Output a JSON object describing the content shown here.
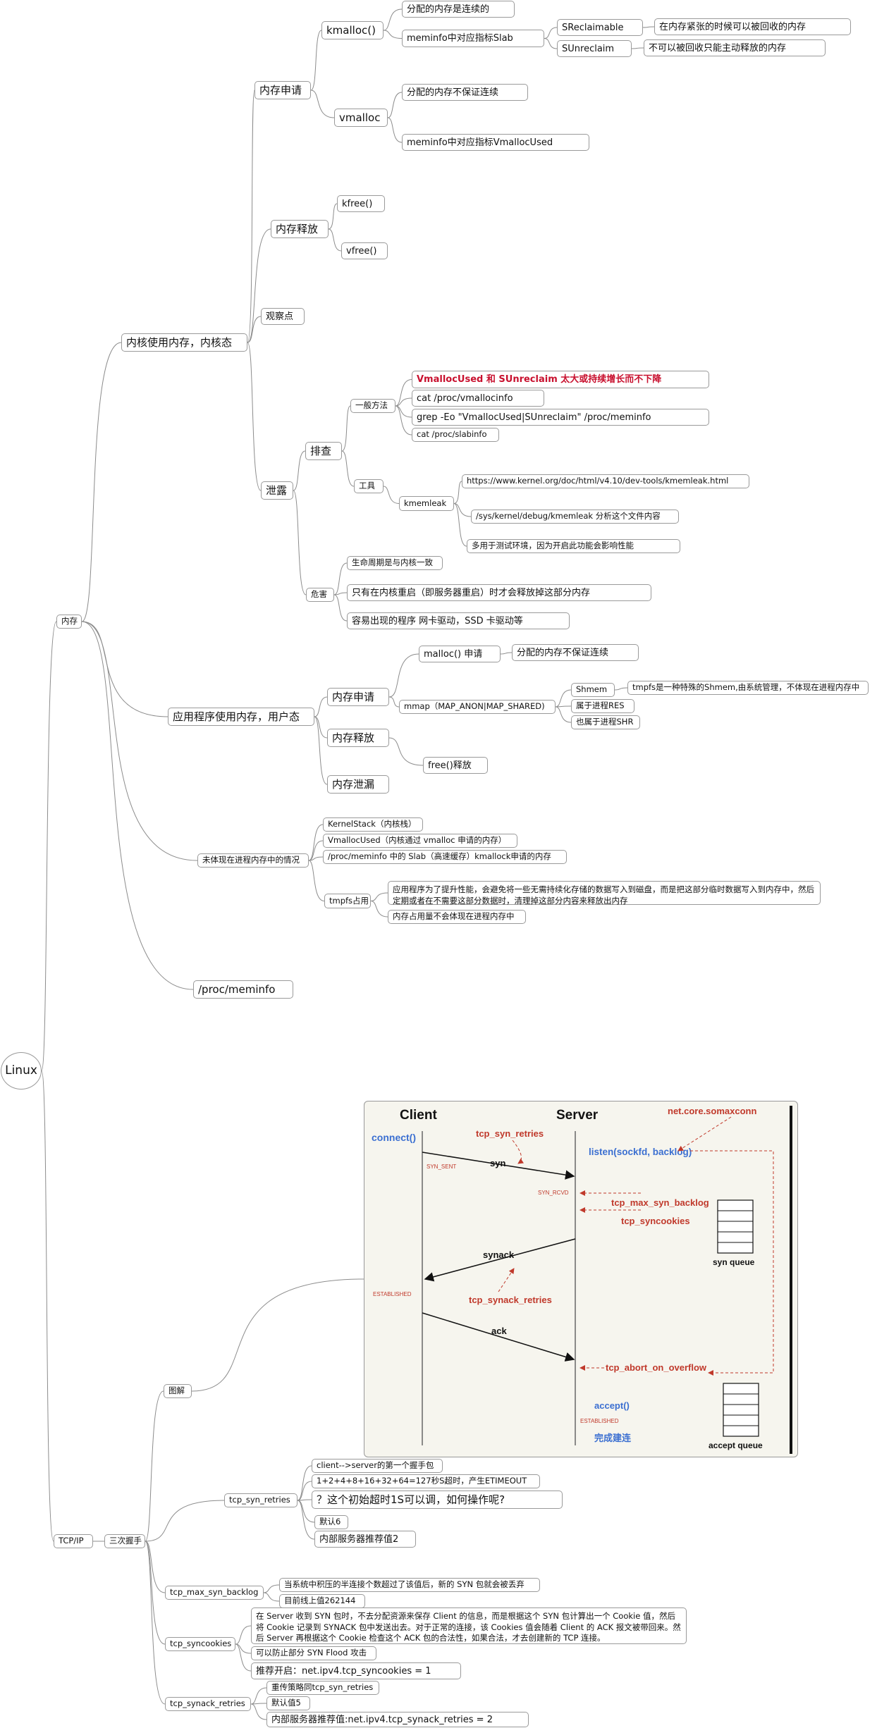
{
  "root": "Linux",
  "memory": {
    "label": "内存",
    "kernel": {
      "label": "内核使用内存，内核态",
      "alloc": {
        "label": "内存申请",
        "kmalloc": {
          "label": "kmalloc()",
          "contiguous": "分配的内存是连续的",
          "slab": {
            "label": "meminfo中对应指标Slab",
            "sreclaimable": "SReclaimable",
            "sreclaimable_desc": "在内存紧张的时候可以被回收的内存",
            "sunreclaim": "SUnreclaim",
            "sunreclaim_desc": "不可以被回收只能主动释放的内存"
          }
        },
        "vmalloc": {
          "label": "vmalloc",
          "noncontiguous": "分配的内存不保证连续",
          "metric": "meminfo中对应指标VmallocUsed"
        }
      },
      "free": {
        "label": "内存释放",
        "kfree": "kfree()",
        "vfree": "vfree()"
      },
      "observe": "观察点",
      "leak": {
        "label": "泄露",
        "investigate": {
          "label": "排查",
          "general": {
            "label": "一般方法",
            "items": [
              "VmallocUsed 和 SUnreclaim 太大或持续增长而不下降",
              "cat /proc/vmallocinfo",
              "grep -Eo \"VmallocUsed|SUnreclaim\" /proc/meminfo",
              "cat /proc/slabinfo"
            ]
          },
          "tools": {
            "label": "工具",
            "kmemleak": {
              "label": "kmemleak",
              "items": [
                "https://www.kernel.org/doc/html/v4.10/dev-tools/kmemleak.html",
                "/sys/kernel/debug/kmemleak 分析这个文件内容",
                "多用于测试环境，因为开启此功能会影响性能"
              ]
            }
          }
        },
        "harm": {
          "label": "危害",
          "items": [
            "生命周期是与内核一致",
            "只有在内核重启（即服务器重启）时才会释放掉这部分内存",
            "容易出现的程序 网卡驱动，SSD 卡驱动等"
          ]
        }
      }
    },
    "user": {
      "label": "应用程序使用内存，用户态",
      "alloc": {
        "label": "内存申请",
        "malloc": "malloc() 申请",
        "malloc_desc": "分配的内存不保证连续",
        "mmap": "mmap（MAP_ANON|MAP_SHARED)",
        "shmem": "Shmem",
        "shmem_desc": "tmpfs是一种特殊的Shmem,由系统管理，不体现在进程内存中",
        "res": "属于进程RES",
        "shr": "也属于进程SHR"
      },
      "free": {
        "label": "内存释放",
        "freefn": "free()释放"
      },
      "leak": "内存泄漏"
    },
    "not_in_process": {
      "label": "未体现在进程内存中的情况",
      "items": [
        "KernelStack（内核栈）",
        "VmallocUsed（内核通过 vmalloc 申请的内存）",
        "/proc/meminfo 中的 Slab（高速缓存）kmallock申请的内存"
      ],
      "tmpfs": {
        "label": "tmpfs占用",
        "desc": "应用程序为了提升性能，会避免将一些无需持续化存储的数据写入到磁盘，而是把这部分临时数据写入到内存中，然后定期或者在不需要这部分数据时，清理掉这部分内容来释放出内存",
        "note": "内存占用量不会体现在进程内存中"
      }
    },
    "procmeminfo": "/proc/meminfo"
  },
  "tcpip": {
    "label": "TCP/IP",
    "handshake": {
      "label": "三次握手",
      "diagram": {
        "label": "图解",
        "client": "Client",
        "server": "Server",
        "connect": "connect()",
        "listen": "listen(sockfd, backlog)",
        "somaxconn": "net.core.somaxconn",
        "tcp_syn_retries": "tcp_syn_retries",
        "syn_sent": "SYN_SENT",
        "syn": "syn",
        "syn_rcvd": "SYN_RCVD",
        "max_syn_backlog": "tcp_max_syn_backlog",
        "syncookies": "tcp_syncookies",
        "syn_queue": "syn queue",
        "synack": "synack",
        "established": "ESTABLISHED",
        "synack_retries": "tcp_synack_retries",
        "ack": "ack",
        "abort": "tcp_abort_on_overflow",
        "accept": "accept()",
        "established2": "ESTABLISHED",
        "done": "完成建连",
        "accept_queue": "accept queue",
        "colors": {
          "blue": "#3b6fd1",
          "red": "#c0392b"
        }
      },
      "syn_retries": {
        "label": "tcp_syn_retries",
        "items": [
          "client-->server的第一个握手包",
          "1+2+4+8+16+32+64=127秒S超时，产生ETIMEOUT",
          "？这个初始超时1S可以调，如何操作呢?",
          "默认6",
          "内部服务器推荐值2"
        ]
      },
      "max_backlog": {
        "label": "tcp_max_syn_backlog",
        "items": [
          "当系统中积压的半连接个数超过了该值后，新的 SYN 包就会被丢弃",
          "目前线上值262144"
        ]
      },
      "syncookies": {
        "label": "tcp_syncookies",
        "items": [
          "在 Server 收到 SYN 包时，不去分配资源来保存 Client 的信息，而是根据这个 SYN 包计算出一个 Cookie 值，然后将 Cookie 记录到 SYNACK 包中发送出去。对于正常的连接，该 Cookies 值会随着 Client 的 ACK 报文被带回来。然后 Server 再根据这个 Cookie 检查这个 ACK 包的合法性，如果合法，才去创建新的 TCP 连接。",
          "可以防止部分 SYN Flood 攻击",
          "推荐开启：net.ipv4.tcp_syncookies = 1"
        ]
      },
      "synack_retries": {
        "label": "tcp_synack_retries",
        "items": [
          "重传策略同tcp_syn_retries",
          "默认值5",
          "内部服务器推荐值:net.ipv4.tcp_synack_retries = 2"
        ]
      }
    }
  }
}
